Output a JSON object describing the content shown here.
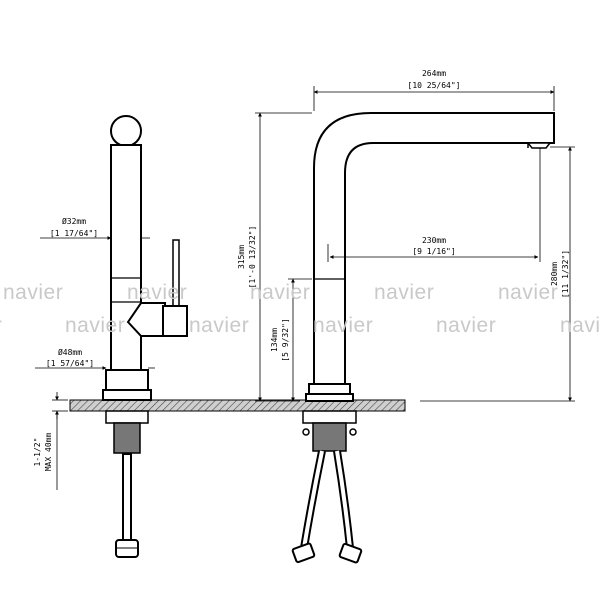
{
  "watermark": "navier",
  "dims": {
    "width_264": "264mm",
    "width_264_in": "[10 25/64\"]",
    "height_315": "315mm",
    "height_315_in": "[1'-0 13/32\"]",
    "spout_230": "230mm",
    "spout_230_in": "[9 1/16\"]",
    "height_280": "280mm",
    "height_280_in": "[11 1/32\"]",
    "height_134": "134mm",
    "height_134_in": "[5 9/32\"]",
    "dia_32": "Ø32mm",
    "dia_32_in": "[1 17/64\"]",
    "dia_48": "Ø48mm",
    "dia_48_in": "[1 57/64\"]",
    "thread": "1-1/2\"",
    "max_thick": "MAX 40mm"
  }
}
